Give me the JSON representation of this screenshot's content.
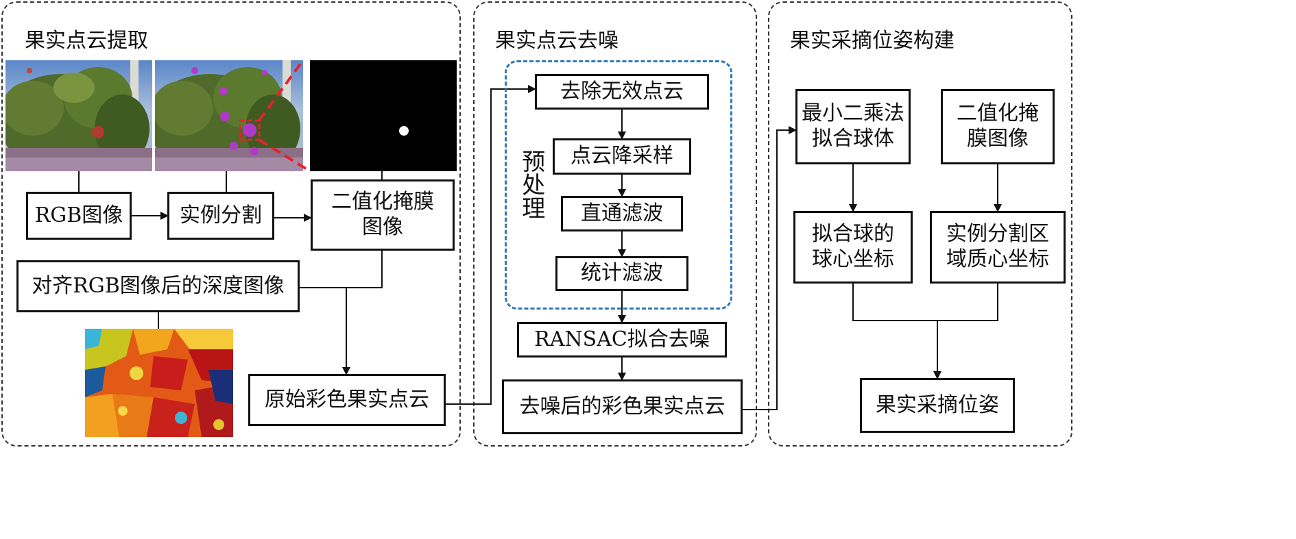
{
  "colors": {
    "line": "#111111",
    "panel_border": "#333333",
    "preprocess_border": "#2e78b8",
    "highlight": "#e8202a",
    "fruit_mask": "#b03ac8"
  },
  "panels": [
    {
      "title": "果实点云提取"
    },
    {
      "title": "果实点云去噪"
    },
    {
      "title": "果实采摘位姿构建"
    }
  ],
  "extraction": {
    "images": {
      "rgb": "rgb-orchard-photo",
      "segmentation": "instance-segmentation-photo",
      "mask": "binary-mask-image",
      "depth": "depth-colormap-image"
    },
    "rgb_label": "RGB图像",
    "segment_label": "实例分割",
    "mask_label": "二值化掩膜\n图像",
    "depth_label": "对齐RGB图像后的深度图像",
    "raw_cloud_label": "原始彩色果实点云"
  },
  "denoising": {
    "preprocess_label": "预处理",
    "steps": [
      "去除无效点云",
      "点云降采样",
      "直通滤波",
      "统计滤波"
    ],
    "ransac_label": "RANSAC拟合去噪",
    "denoised_label": "去噪后的彩色果实点云"
  },
  "pose": {
    "lsq_label": "最小二乘法\n拟合球体",
    "mask_label": "二值化掩\n膜图像",
    "sphere_center_label": "拟合球的\n球心坐标",
    "centroid_label": "实例分割区\n域质心坐标",
    "pose_label": "果实采摘位姿"
  }
}
